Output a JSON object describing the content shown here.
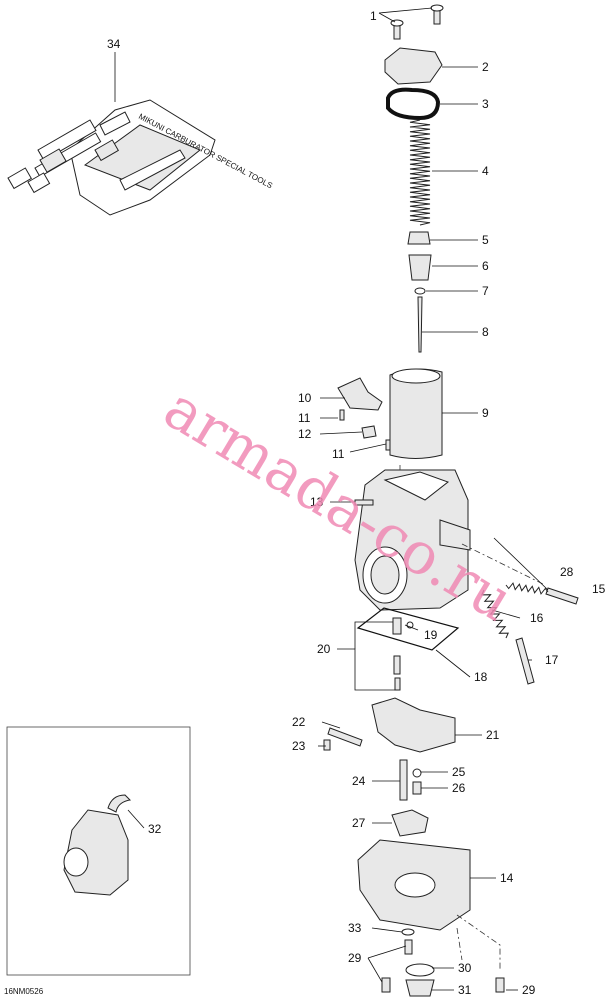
{
  "diagram_code": "16NM0526",
  "watermark": "armada-co.ru",
  "tool_kit_text": "MIKUNI CARBURATOR SPECIAL TOOLS",
  "callouts": [
    "1",
    "2",
    "3",
    "4",
    "5",
    "6",
    "7",
    "8",
    "9",
    "10",
    "11",
    "12",
    "11",
    "13",
    "15",
    "16",
    "17",
    "18",
    "19",
    "20",
    "21",
    "22",
    "23",
    "24",
    "25",
    "26",
    "27",
    "28",
    "14",
    "29",
    "30",
    "31",
    "29",
    "32",
    "33",
    "34"
  ],
  "colors": {
    "line": "#111111",
    "watermark": "#f08ab4",
    "part_fill": "#e8e8e8"
  }
}
